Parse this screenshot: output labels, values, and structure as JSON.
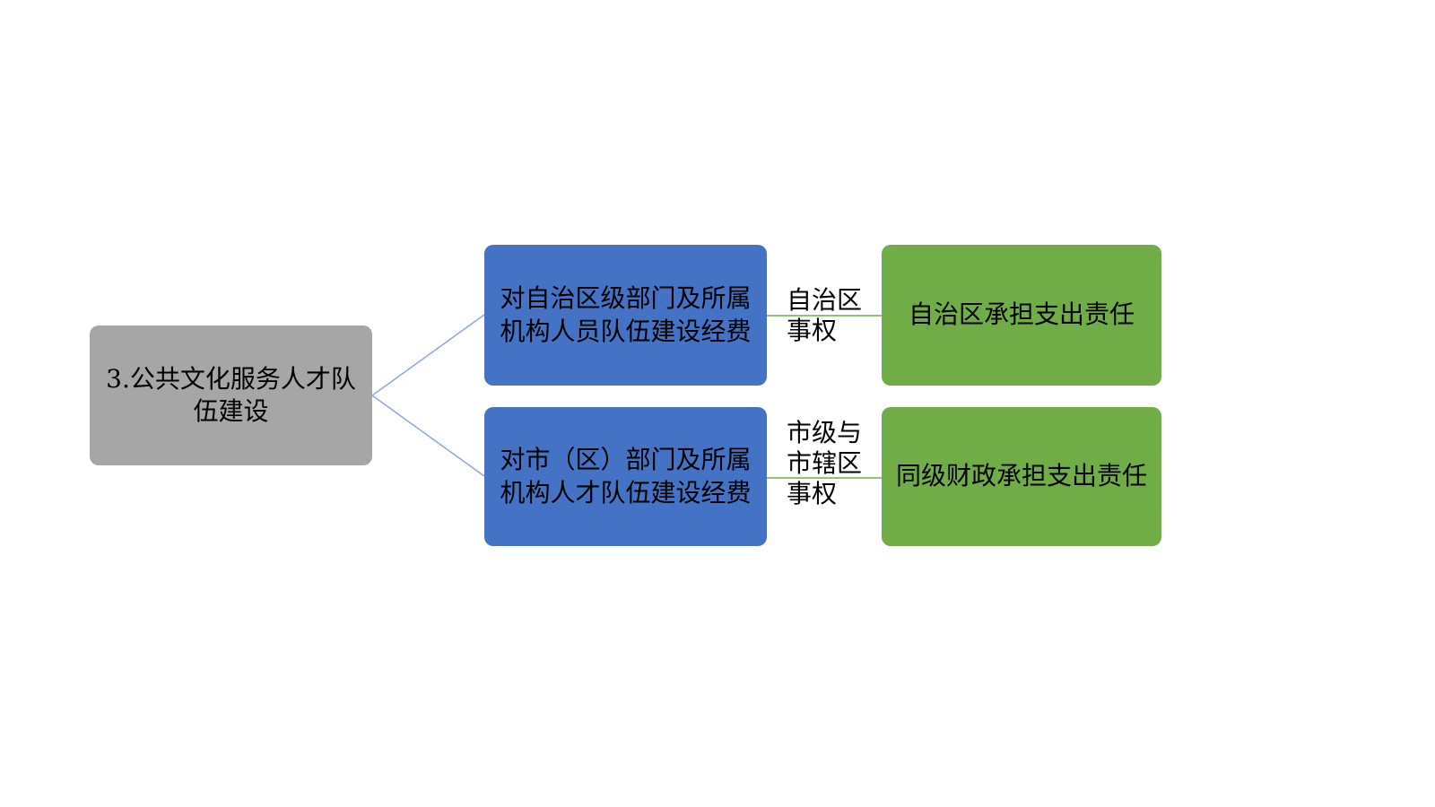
{
  "colors": {
    "node-gray": "#a6a6a6",
    "node-blue": "#4472c4",
    "node-green": "#70ad47",
    "connector-blue": "#8faadc",
    "connector-green": "#70ad47"
  },
  "diagram": {
    "root": {
      "label": "3.公共文化服务人才队伍建设"
    },
    "items": [
      {
        "task": "对自治区级部门及所属机构人员队伍建设经费",
        "authority": "自治区\n事权",
        "responsibility": "自治区承担支出责任"
      },
      {
        "task": "对市（区）部门及所属机构人才队伍建设经费",
        "authority": "市级与\n市辖区\n事权",
        "responsibility": "同级财政承担支出责任"
      }
    ]
  }
}
